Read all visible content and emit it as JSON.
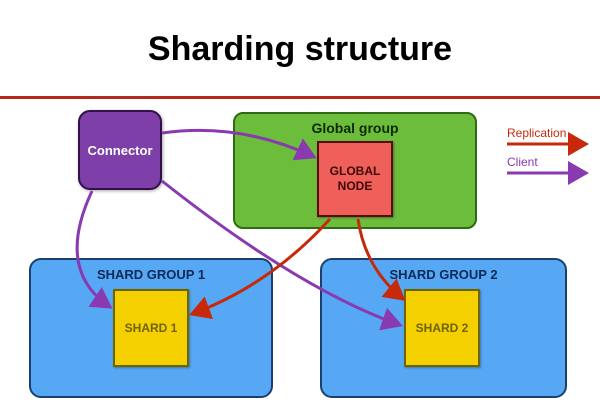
{
  "title": "Sharding structure",
  "colors": {
    "rule": "#b52a1c",
    "replication": "#c62a0b",
    "client": "#8a3ab0",
    "global_group": "#6cbd3c",
    "global_node": "#f0605a",
    "connector": "#7e3fa8",
    "shard_group": "#56a8f4",
    "shard": "#f5d000"
  },
  "diagram": {
    "connector": "Connector",
    "global_group": "Global group",
    "global_node_lines": [
      "GLOBAL",
      "NODE"
    ],
    "shard_groups": [
      {
        "label": "SHARD GROUP 1",
        "shard": "SHARD 1"
      },
      {
        "label": "SHARD GROUP 2",
        "shard": "SHARD 2"
      }
    ],
    "edges": [
      {
        "from": "Connector",
        "to": "GLOBAL NODE",
        "kind": "client"
      },
      {
        "from": "Connector",
        "to": "SHARD 1",
        "kind": "client"
      },
      {
        "from": "Connector",
        "to": "SHARD 2",
        "kind": "client"
      },
      {
        "from": "GLOBAL NODE",
        "to": "SHARD 1",
        "kind": "replication"
      },
      {
        "from": "GLOBAL NODE",
        "to": "SHARD 2",
        "kind": "replication"
      }
    ]
  },
  "legend": {
    "replication": "Replication",
    "client": "Client"
  }
}
